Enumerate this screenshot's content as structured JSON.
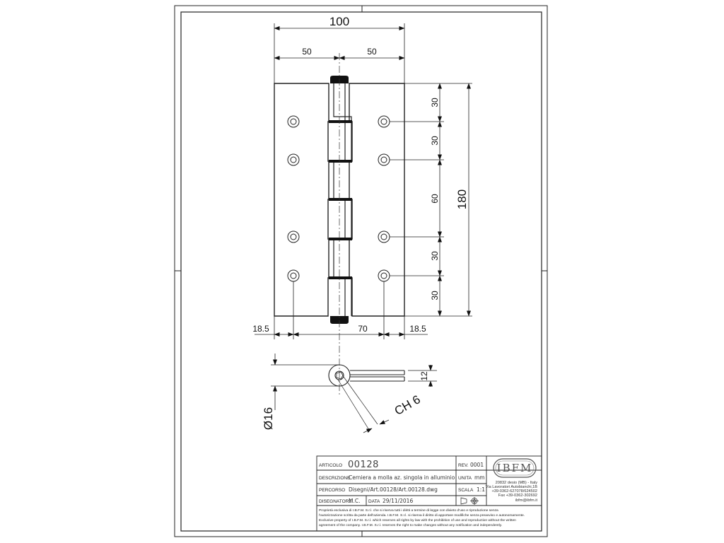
{
  "drawing": {
    "dimensions": {
      "overall_width": "100",
      "half_left": "50",
      "half_right": "50",
      "overall_height": "180",
      "spacing_1": "30",
      "spacing_2": "30",
      "spacing_3": "60",
      "spacing_4": "30",
      "spacing_5": "30",
      "edge_left": "18.5",
      "hole_span": "70",
      "edge_right": "18.5",
      "thickness": "12",
      "diameter": "Ø16",
      "hex_key": "CH 6"
    }
  },
  "title_block": {
    "articolo_label": "ARTICOLO",
    "articolo_value": "00128",
    "rev_label": "REV.",
    "rev_value": "0001",
    "descrizione_label": "DESCRIZIONE",
    "descrizione_value": "Cerniera a molla az. singola in alluminio",
    "unita_label": "UNITA",
    "unita_value": "mm",
    "percorso_label": "PERCORSO",
    "percorso_value": "Disegni/Art.00128/Art.00128.dwg",
    "scala_label": "SCALA",
    "scala_value": "1:1",
    "disegnatore_label": "DISEGNATORE",
    "disegnatore_value": "M.C.",
    "data_label": "DATA",
    "data_value": "29/11/2016",
    "logo_text": "IBFM",
    "address": [
      "20832 desio (MB) - Italy",
      "Via Lavoratori Autobianchi,1B",
      "+39-0362-627078/624502",
      "Fax +39-0362-302692",
      "ibfm@ibfm.it"
    ],
    "legal": [
      "Proprietà esclusiva di I.B.F.M. S.r.l. che si riserva tutti i diritti a termine di legge con divieto d'uso e riproduzione senza",
      "l'autorizzazione scritta da parte dell'azienda. I.B.F.M. S.r.l. si riserva il diritto di apportare modifiche senza preavviso e autonomamente.",
      "Exclusive property of I.B.F.M. S.r.l. which reserves all rights by law with the prohibition of use and reproduction without the written",
      "agreement of the company. I.B.F.M. S.r.l. reserves the right to make changes without any notification and independently."
    ]
  }
}
